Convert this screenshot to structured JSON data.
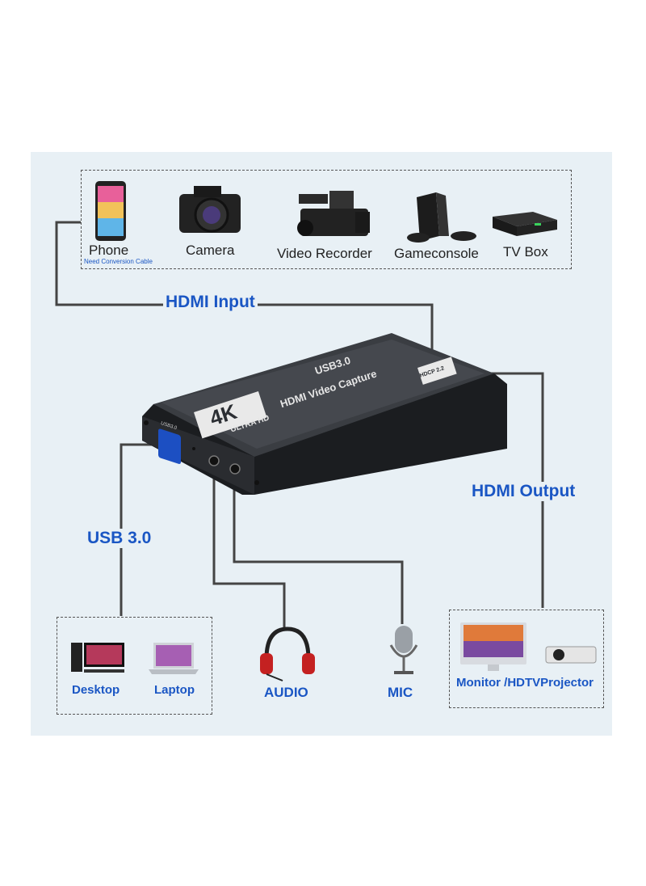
{
  "sources": {
    "phone": "Phone",
    "phone_note": "Need Conversion Cable",
    "camera": "Camera",
    "video_recorder": "Video Recorder",
    "gameconsole": "Gameconsole",
    "tv_box": "TV Box"
  },
  "connections": {
    "hdmi_input": "HDMI Input",
    "hdmi_output": "HDMI Output",
    "usb": "USB 3.0",
    "audio": "AUDIO",
    "mic": "MIC"
  },
  "device": {
    "title_line1": "USB3.0",
    "title_line2": "HDMI Video Capture",
    "badge_4k": "4K",
    "ultra_hd": "ULTRA HD",
    "port_label": "USB3.0",
    "hdcp": "HDCP 2.2"
  },
  "computers": {
    "desktop": "Desktop",
    "laptop": "Laptop"
  },
  "display": {
    "label": "Monitor /HDTVProjector"
  },
  "colors": {
    "accent": "#1a56c4",
    "device_body": "#2b2e33",
    "panel_bg": "#e8f0f5"
  }
}
